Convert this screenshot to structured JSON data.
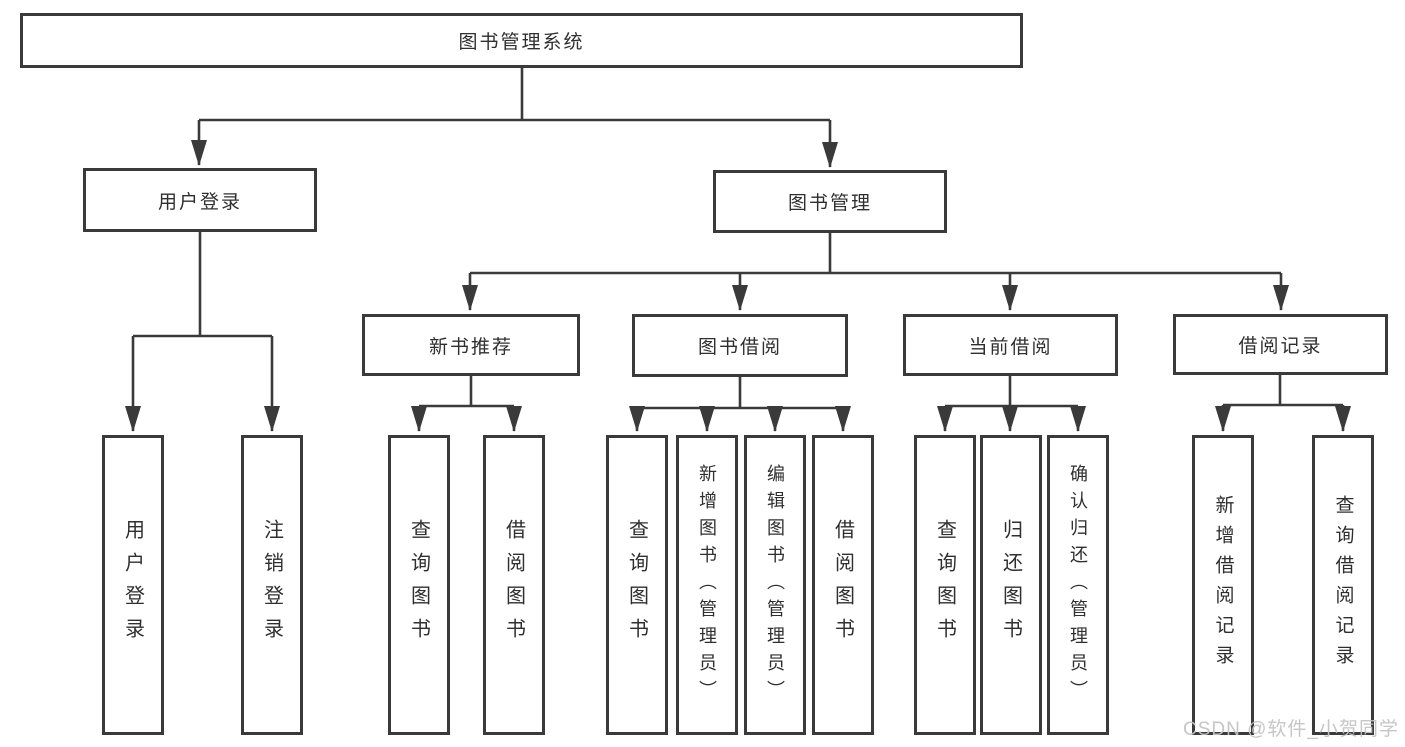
{
  "diagram_type": "hierarchy-tree",
  "colors": {
    "background": "#ffffff",
    "line": "#3a3a3a",
    "box_border": "#3a3a3a",
    "box_fill": "#ffffff",
    "text": "#2f2f2f",
    "watermark": "#c3c3c3"
  },
  "watermark": {
    "text": "CSDN @软件_小贺同学"
  },
  "tree": {
    "root": {
      "label": "图书管理系统",
      "children": [
        {
          "label": "用户登录",
          "children": [
            {
              "label": "用户登录"
            },
            {
              "label": "注销登录"
            }
          ]
        },
        {
          "label": "图书管理",
          "children": [
            {
              "label": "新书推荐",
              "children": [
                {
                  "label": "查询图书"
                },
                {
                  "label": "借阅图书"
                }
              ]
            },
            {
              "label": "图书借阅",
              "children": [
                {
                  "label": "查询图书"
                },
                {
                  "label": "新增图书（管理员）"
                },
                {
                  "label": "编辑图书（管理员）"
                },
                {
                  "label": "借阅图书"
                }
              ]
            },
            {
              "label": "当前借阅",
              "children": [
                {
                  "label": "查询图书"
                },
                {
                  "label": "归还图书"
                },
                {
                  "label": "确认归还（管理员）"
                }
              ]
            },
            {
              "label": "借阅记录",
              "children": [
                {
                  "label": "新增借阅记录"
                },
                {
                  "label": "查询借阅记录"
                }
              ]
            }
          ]
        }
      ]
    }
  }
}
